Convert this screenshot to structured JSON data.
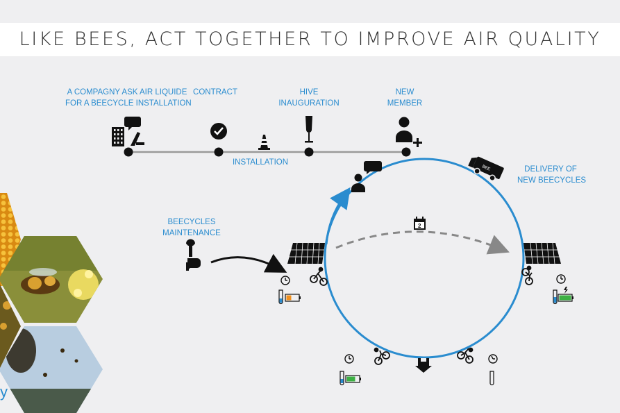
{
  "title": "LIKE BEES, ACT TOGETHER TO IMPROVE AIR QUALITY",
  "timeline": {
    "ask_line1": "A COMPAGNY ASK AIR LIQUIDE",
    "ask_line2": "FOR A BEECYCLE INSTALLATION",
    "contract": "CONTRACT",
    "installation": "INSTALLATION",
    "hive_line1": "HIVE",
    "hive_line2": "INAUGURATION",
    "member_line1": "NEW",
    "member_line2": "MEMBER"
  },
  "cycle": {
    "delivery_line1": "DELIVERY OF",
    "delivery_line2": "NEW BEECYCLES",
    "maintenance_line1": "BEECYCLES",
    "maintenance_line2": "MAINTENANCE",
    "calendar_day": "2",
    "van_text": "BEE"
  },
  "photo_fragment": "y",
  "colors": {
    "accent": "#2a8ccf",
    "battery_green": "#3cb043",
    "battery_orange": "#f0901e",
    "dark": "#1e1e1e",
    "timeline_gray": "#9a9a9a"
  },
  "icons": [
    "building-icon",
    "air-liquide-logo-icon",
    "check-circle-icon",
    "traffic-cone-icon",
    "champagne-glass-icon",
    "add-user-icon",
    "user-chat-icon",
    "delivery-van-icon",
    "calendar-icon",
    "wrench-hand-icon",
    "solar-panel-icon",
    "bicycle-icon",
    "clock-icon",
    "battery-icon",
    "test-tube-icon",
    "down-arrow-icon"
  ]
}
